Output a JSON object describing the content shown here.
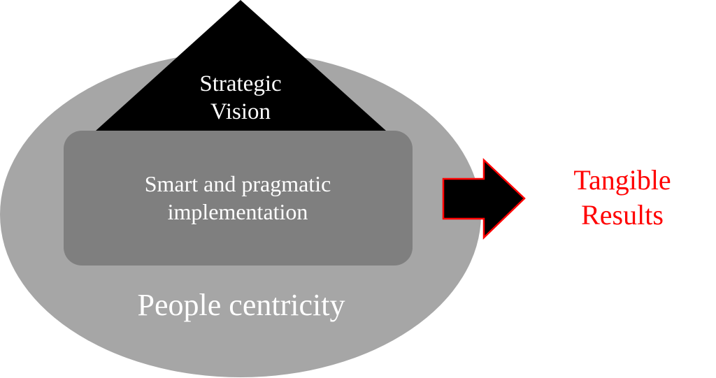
{
  "colors": {
    "ellipse": "#a6a6a6",
    "triangle": "#000000",
    "box": "#7f7f7f",
    "arrow_fill": "#000000",
    "arrow_stroke": "#ff0000",
    "label_light": "#ffffff",
    "results_text": "#ff0000"
  },
  "diagram": {
    "vision": {
      "line1": "Strategic",
      "line2": "Vision"
    },
    "implementation": {
      "line1": "Smart and pragmatic",
      "line2": "implementation"
    },
    "foundation": {
      "label": "People centricity"
    },
    "outcome": {
      "line1": "Tangible",
      "line2": "Results"
    },
    "arrow_icon": "right-arrow-icon"
  }
}
